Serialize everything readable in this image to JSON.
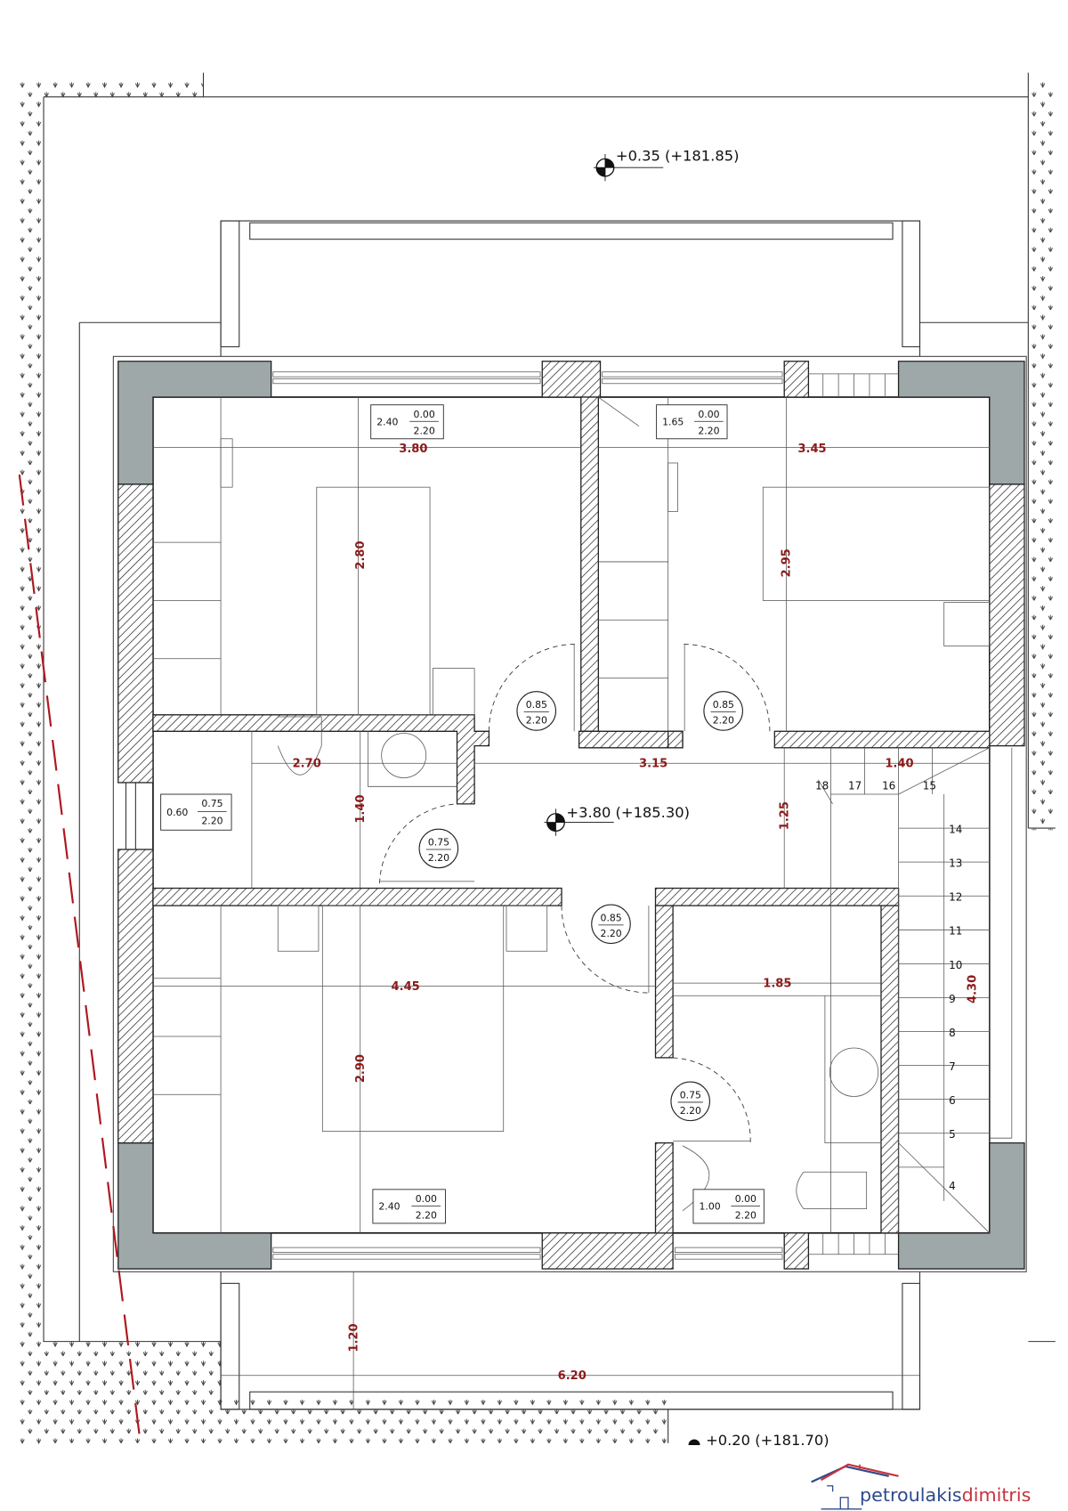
{
  "elevations": {
    "top": "+0.35 (+181.85)",
    "floor": "+3.80 (+185.30)",
    "bottom": "+0.20 (+181.70)"
  },
  "window_tags": [
    {
      "width": "2.40",
      "sill": "0.00",
      "height": "2.20"
    },
    {
      "width": "1.65",
      "sill": "0.00",
      "height": "2.20"
    },
    {
      "width": "0.60",
      "sill": "0.75",
      "height": "2.20"
    },
    {
      "width": "2.40",
      "sill": "0.00",
      "height": "2.20"
    },
    {
      "width": "1.00",
      "sill": "0.00",
      "height": "2.20"
    }
  ],
  "door_tags": [
    {
      "width": "0.85",
      "height": "2.20"
    },
    {
      "width": "0.85",
      "height": "2.20"
    },
    {
      "width": "0.75",
      "height": "2.20"
    },
    {
      "width": "0.85",
      "height": "2.20"
    },
    {
      "width": "0.75",
      "height": "2.20"
    }
  ],
  "dimensions": {
    "bed1_width": "3.80",
    "bed2_width": "3.45",
    "bed1_depth": "2.80",
    "bed2_depth": "2.95",
    "wc_width": "2.70",
    "hall_width": "3.15",
    "stair_landing": "1.40",
    "wc_depth": "1.40",
    "hall_depth": "1.25",
    "bed3_width": "4.45",
    "bath_width": "1.85",
    "bed3_depth": "2.90",
    "terrace_depth": "1.20",
    "terrace_width": "6.20",
    "stair_length": "4.30"
  },
  "stair_steps": [
    "18",
    "17",
    "16",
    "15",
    "14",
    "13",
    "12",
    "11",
    "10",
    "9",
    "8",
    "7",
    "6",
    "5",
    "4"
  ],
  "logo": {
    "part1": "petroulakis",
    "part2": "dimitris"
  },
  "colors": {
    "wall_fill": "#9fa8a8",
    "dimension": "#8b1a1a",
    "logo_blue": "#2e4a8c",
    "logo_red": "#c8323c",
    "property_line": "#b0181e"
  }
}
